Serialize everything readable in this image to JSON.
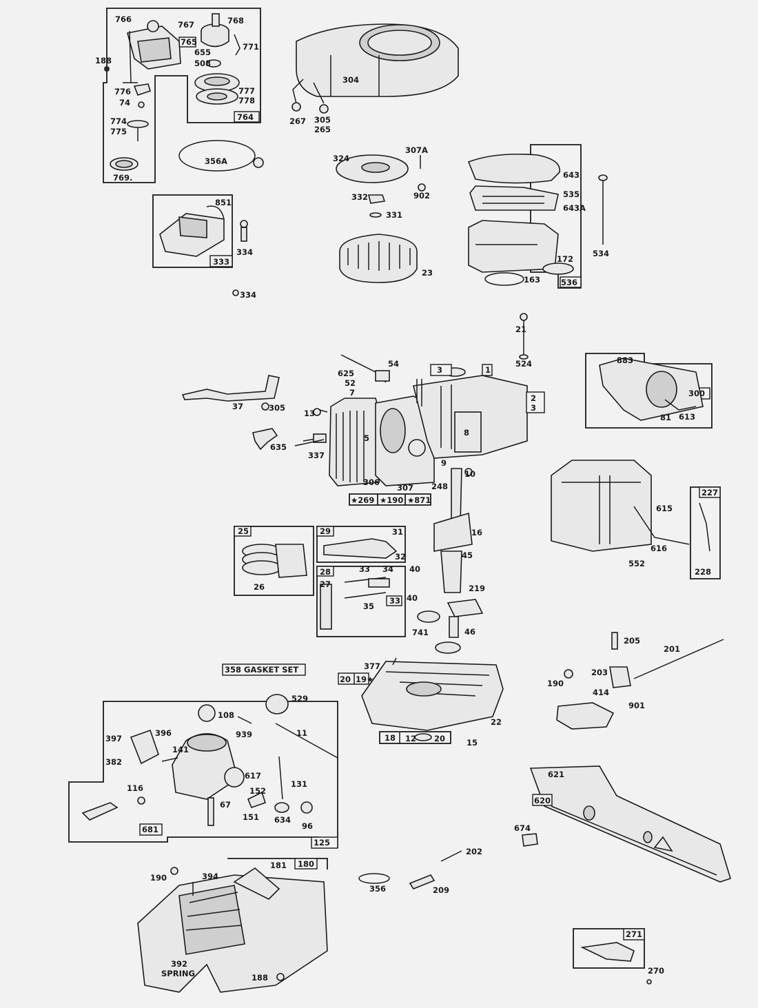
{
  "labels": {
    "l766": "766",
    "l767": "767",
    "l768": "768",
    "l765": "765",
    "l771": "771",
    "l655": "655",
    "l508": "508",
    "l188a": "188",
    "l776": "776",
    "l74": "74",
    "l777": "777",
    "l778": "778",
    "l764": "764",
    "l774": "774",
    "l775": "775",
    "l356A": "356A",
    "l769": "769.",
    "l304": "304",
    "l267": "267",
    "l305a": "305",
    "l265": "265",
    "l324": "324",
    "l307A": "307A",
    "l902": "902",
    "l332": "332",
    "l331": "331",
    "l23": "23",
    "l643": "643",
    "l535": "535",
    "l643A": "643A",
    "l172": "172",
    "l163": "163",
    "l536": "536",
    "l534": "534",
    "l851": "851",
    "l334a": "334",
    "l333": "333",
    "l334b": "334",
    "l21": "21",
    "l524": "524",
    "l54": "54",
    "l625": "625",
    "l52": "52",
    "l7": "7",
    "l13": "13",
    "l3a": "3",
    "l1": "1",
    "l2": "2",
    "l3b": "3",
    "l8": "8",
    "l5": "5",
    "l9": "9",
    "l10": "10",
    "l248": "248",
    "l306": "306",
    "l307": "307",
    "l269": "★269",
    "l190s": "★190",
    "l871": "★871",
    "l37": "37",
    "l305b": "305",
    "l635": "635",
    "l337": "337",
    "l883": "883",
    "l300": "300",
    "l81": "81",
    "l613": "613",
    "l615": "615",
    "l616": "616",
    "l552": "552",
    "l227": "227",
    "l228": "228",
    "l25": "25",
    "l26": "26",
    "l29": "29",
    "l31": "31",
    "l32": "32",
    "l28": "28",
    "l27": "27",
    "l33a": "33",
    "l34": "34",
    "l40a": "40",
    "l35": "35",
    "l33b": "33",
    "l40b": "40",
    "l16": "16",
    "l45": "45",
    "l219": "219",
    "l741": "741",
    "l46": "46",
    "l205": "205",
    "l201": "201",
    "l203": "203",
    "l190a": "190",
    "l414": "414",
    "l901": "901",
    "l358": "358 GASKET SET",
    "l377": "377",
    "l20a": "20",
    "l19": "19★",
    "l22": "22",
    "l18": "18",
    "l12": "12",
    "l20b": "20",
    "l15": "15",
    "l529": "529",
    "l108": "108",
    "l939": "939",
    "l11": "11",
    "l397": "397",
    "l396": "396",
    "l382": "382",
    "l141": "141",
    "l617": "617",
    "l131": "131",
    "l116": "116",
    "l152": "152",
    "l151": "151",
    "l67": "67",
    "l634": "634",
    "l96": "96",
    "l681": "681",
    "l125": "125",
    "l621": "621",
    "l620": "620",
    "l674": "674",
    "l202": "202",
    "l356": "356",
    "l209": "209",
    "l190b": "190",
    "l394": "394",
    "l181": "181",
    "l180": "180",
    "l392": "392",
    "lspring": "SPRING",
    "l188b": "188",
    "l271": "271",
    "l270": "270"
  }
}
